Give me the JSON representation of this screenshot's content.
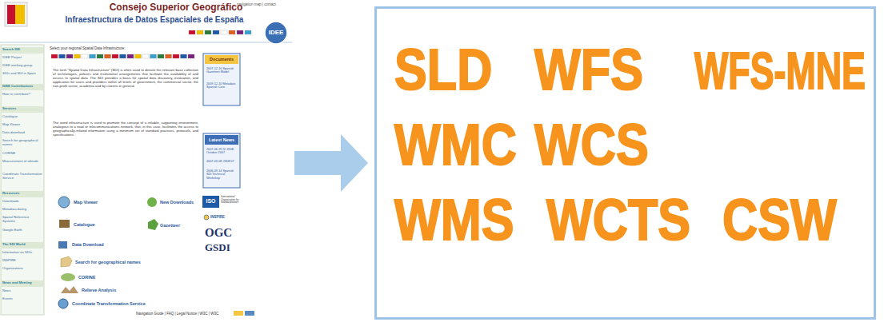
{
  "diagram": {
    "nodes": [
      {
        "text": [
          "navigation map | contact",
          "Consejo Superior Geográfico",
          "Infraestructura de Datos Espaciales de España",
          "IDEE",
          "Search IDE",
          "IDEE Project",
          "IDEE working group",
          "SDIs and SDI in Spain",
          "IDEE Contributions",
          "How to contribute?",
          "Services",
          "Catalogue",
          "Map Viewer",
          "Data download",
          "Search for geographical names",
          "CORINE",
          "Measurement of altitude",
          "Coordinate Transformation Service",
          "Resources",
          "Downloads",
          "Metadata dating",
          "Spatial Reference Systems",
          "Google Earth",
          "The SDI World",
          "Information on SDIs",
          "INSPIRE",
          "Organizations",
          "News and Meeting",
          "News",
          "Events",
          "Select your regional Spatial Data Infrastructure:",
          "The term \"Spatial Data Infrastructure\" (SDI) is often used to denote the relevant base collection of technologies, policies and institutional arrangements that facilitate the availability of and access to spatial data. The SDI provides a basis for spatial data discovery, evaluation, and application for users and providers within all levels of government, the commercial sector, the non-profit sector, academia and by citizens in general.",
          "The word infrastructure is used to promote the concept of a reliable, supporting environment, analogous to a road or telecommunications network, that, in this case, facilitates the access to geographically-related information using a minimum set of standard practices, protocols, and specifications.",
          "Map Viewer",
          "New Downloads",
          "Catalogue",
          "Gazetteer",
          "Data Download",
          "Search for geographical names",
          "CORINE",
          "Relieve Analysis",
          "Coordinate Transformation Service",
          "Documents",
          "2007-12-10 Spanish Gazetteer Model",
          "2009-12-10 Metadata Spanish Core",
          "Latest News",
          "2007-06-29 IV JIIDE October 2007",
          "2007-03-08 JIIDE'07",
          "2006-09-14 Spanish SDI Technical Workshop",
          "ISO",
          "International Organization for Standardization",
          "INSPIRE",
          "OGC",
          "GSDI",
          "Navigation Guide | FAQ | Legal Notice | W3C | W3C"
        ]
      },
      {
        "text": [
          "SLD",
          "WFS",
          "WFS-MNE",
          "WMC",
          "WCS",
          "WMS",
          "WCTS",
          "CSW"
        ]
      }
    ],
    "edges": [
      {
        "from": 0,
        "to": 1,
        "arrow": "to"
      }
    ]
  }
}
